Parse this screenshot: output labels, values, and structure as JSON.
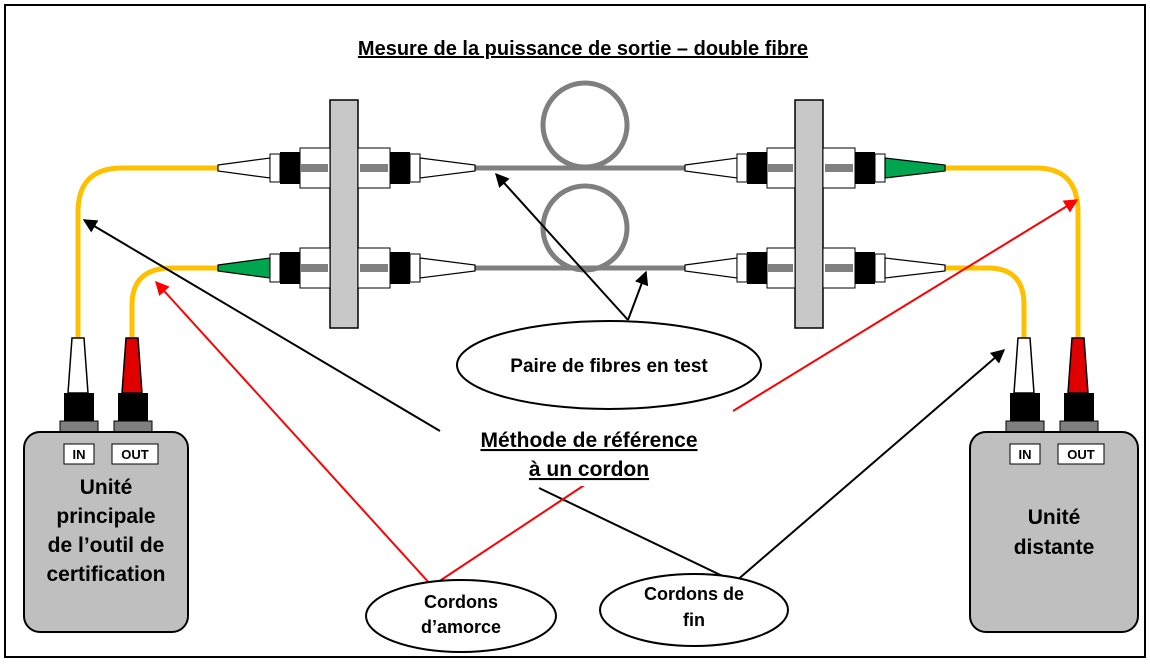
{
  "title": "Mesure de la puissance de sortie – double fibre",
  "main_unit": {
    "label_lines": [
      "Unité",
      "principale",
      "de l’outil de",
      "certification"
    ],
    "port_in": "IN",
    "port_out": "OUT"
  },
  "remote_unit": {
    "label_lines": [
      "Unité",
      "distante"
    ],
    "port_in": "IN",
    "port_out": "OUT"
  },
  "callouts": {
    "fiber_pair": "Paire de fibres en test",
    "method_lines": [
      "Méthode de référence",
      "à un cordon"
    ],
    "launch_lines": [
      "Cordons",
      "d’amorce"
    ],
    "tail_lines": [
      "Cordons de",
      "fin"
    ]
  },
  "colors": {
    "fiber_yellow": "#FFC000",
    "fiber_gray": "#7F7F7F",
    "connector_green": "#00A550",
    "connector_red": "#E00000",
    "launch_arrow": "#FF0000",
    "tail_arrow": "#000000",
    "unit_fill": "#BFBFBF",
    "panel_fill": "#C8C8C8"
  }
}
